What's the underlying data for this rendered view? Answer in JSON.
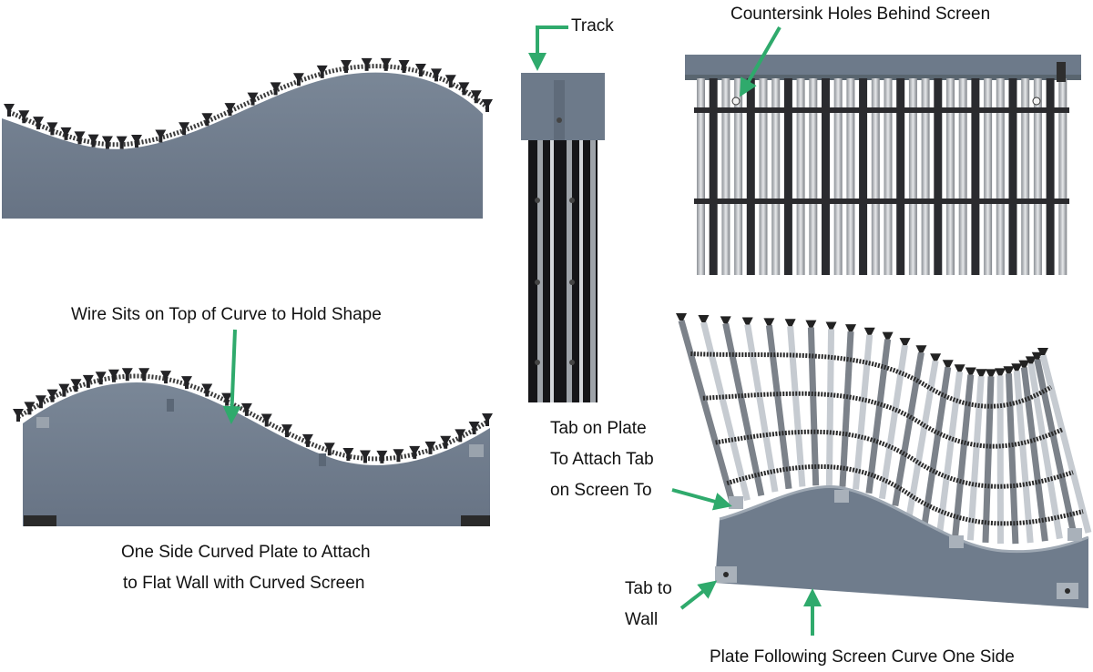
{
  "labels": {
    "track": "Track",
    "countersink": "Countersink Holes Behind Screen",
    "wire_sits": "Wire Sits on Top of Curve to Hold Shape",
    "one_side_line1": "One Side Curved Plate to Attach",
    "one_side_line2": "to Flat Wall with Curved Screen",
    "tab_plate_line1": "Tab on Plate",
    "tab_plate_line2": "To Attach Tab",
    "tab_plate_line3": "on Screen To",
    "tab_wall_line1": "Tab to",
    "tab_wall_line2": "Wall",
    "plate_following": "Plate Following Screen Curve One Side"
  },
  "colors": {
    "plate": "#6d7a8a",
    "plate_dark": "#586474",
    "plate_top": "#aab3be",
    "wire": "#3a3a3a",
    "bar_light": "#c9cdd2",
    "bar_dark": "#1e1e22",
    "arrow": "#2faa6c"
  }
}
